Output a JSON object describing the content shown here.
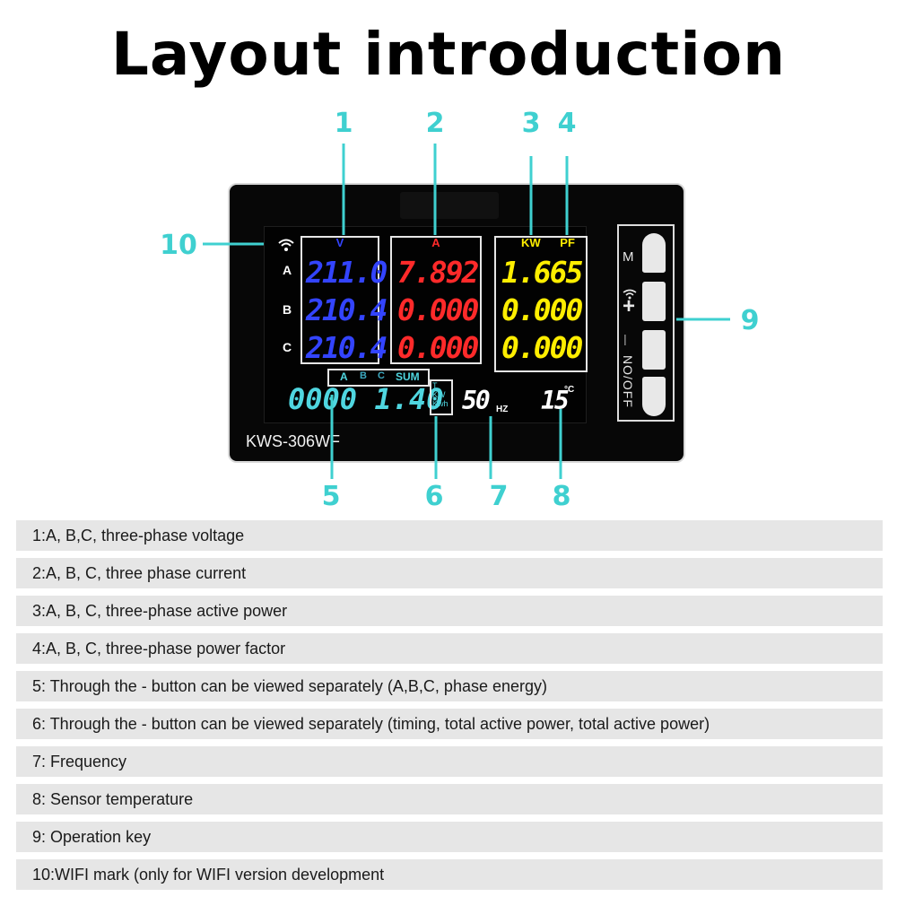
{
  "title": "Layout introduction",
  "callouts": [
    "1",
    "2",
    "3",
    "4",
    "5",
    "6",
    "7",
    "8",
    "9",
    "10"
  ],
  "device": {
    "model": "KWS-306WF",
    "voltage": {
      "header": "V",
      "values": [
        "211.0",
        "210.4",
        "210.4"
      ]
    },
    "current": {
      "header": "A",
      "values": [
        "7.892",
        "0.000",
        "0.000"
      ]
    },
    "power": {
      "header_kw": "KW",
      "header_pf": "PF",
      "values": [
        "1.665",
        "0.000",
        "0.000"
      ]
    },
    "phases": [
      "A",
      "B",
      "C"
    ],
    "phase_selector": [
      "A",
      "B",
      "C",
      "SUM"
    ],
    "energy": "0000 1.40",
    "energy_units": [
      "T",
      "KW",
      "Kwh"
    ],
    "frequency": "50",
    "frequency_unit": "HZ",
    "temperature": "15",
    "temperature_unit": "°C",
    "keys": {
      "m": "M",
      "plus": "+",
      "minus": "—",
      "onoff": "NO/OFF"
    },
    "colors": {
      "voltage": "#3344ff",
      "current": "#ff2a2a",
      "power": "#ffee00",
      "energy": "#4fd6e0",
      "callout": "#3fd0d0"
    }
  },
  "descriptions": [
    "1:A, B,C, three-phase voltage",
    "2:A, B, C, three phase current",
    "3:A, B, C, three-phase active power",
    "4:A, B, C, three-phase power factor",
    "5: Through the - button can be viewed separately (A,B,C, phase energy)",
    "6: Through the - button can be viewed separately (timing, total active power, total active power)",
    "7: Frequency",
    "8: Sensor temperature",
    "9: Operation key",
    "10:WIFI mark (only for WIFI version development"
  ]
}
